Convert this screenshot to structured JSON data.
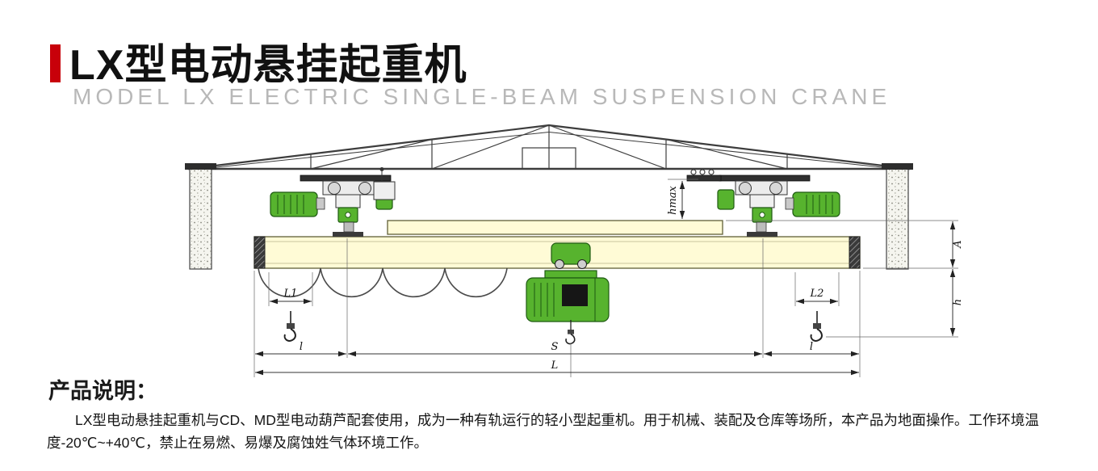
{
  "header": {
    "title": "LX型电动悬挂起重机",
    "subtitle": "MODEL LX ELECTRIC SINGLE-BEAM SUSPENSION CRANE"
  },
  "diagram": {
    "dim_labels": {
      "l1": "L1",
      "l2": "L2",
      "hmax": "hmax",
      "A": "A",
      "h": "h",
      "l_left": "l",
      "span": "S",
      "l_right": "l",
      "total": "L"
    }
  },
  "description": {
    "heading": "产品说明：",
    "body": "LX型电动悬挂起重机与CD、MD型电动葫芦配套使用，成为一种有轨运行的轻小型起重机。用于机械、装配及仓库等场所，本产品为地面操作。工作环境温度-20℃~+40℃，禁止在易燃、易爆及腐蚀姓气体环境工作。"
  },
  "colors": {
    "accent": "#c8000a",
    "title_text": "#111111",
    "subtitle_text": "#b8b8b8",
    "beam_fill": "#fffbd6",
    "beam_stroke": "#6b6b45",
    "machine_fill": "#57b32e",
    "machine_stroke": "#1e5a12",
    "line": "#3d3d3d",
    "body_text": "#151515"
  }
}
